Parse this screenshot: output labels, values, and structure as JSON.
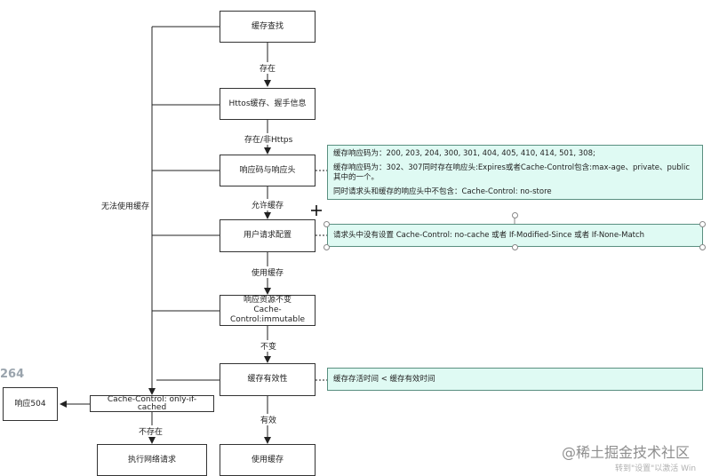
{
  "nodes": {
    "cache_lookup": "缓存查找",
    "https_cache": "Httos缓存、握手信息",
    "response_code": "响应码与响应头",
    "user_request": "用户请求配置",
    "immutable": "响应资源不变Cache-Control:immutable",
    "validity": "缓存有效性",
    "only_if_cached": "Cache-Control: only-if-cached",
    "resp_504": "响应504",
    "network_request": "执行网络请求",
    "use_cache_final": "使用缓存"
  },
  "edge_labels": {
    "exists": "存在",
    "exists_non_https": "存在/非Https",
    "allow_cache": "允许缓存",
    "use_cache": "使用缓存",
    "changed": "不变",
    "valid": "有效",
    "not_exist": "不存在",
    "cannot_use_cache": "无法使用缓存"
  },
  "notes": {
    "status_codes": [
      "缓存响应码为：200, 203, 204, 300, 301, 404, 405, 410, 414, 501, 308;",
      "缓存响应码为：302、307同时存在响应头:Expires或者Cache-Control包含:max-age、private、public其中的一个。",
      "同时请求头和缓存的响应头中不包含：Cache-Control: no-store"
    ],
    "request_header": "请求头中没有设置 Cache-Control: no-cache 或者 If-Modified-Since 或者 If-None-Match",
    "ttl": "缓存存活时间 < 缓存有效时间"
  },
  "overlay": {
    "corner_number": "264",
    "watermark": "@稀土掘金技术社区",
    "win_text": "转到\"设置\"以激活 Win"
  }
}
